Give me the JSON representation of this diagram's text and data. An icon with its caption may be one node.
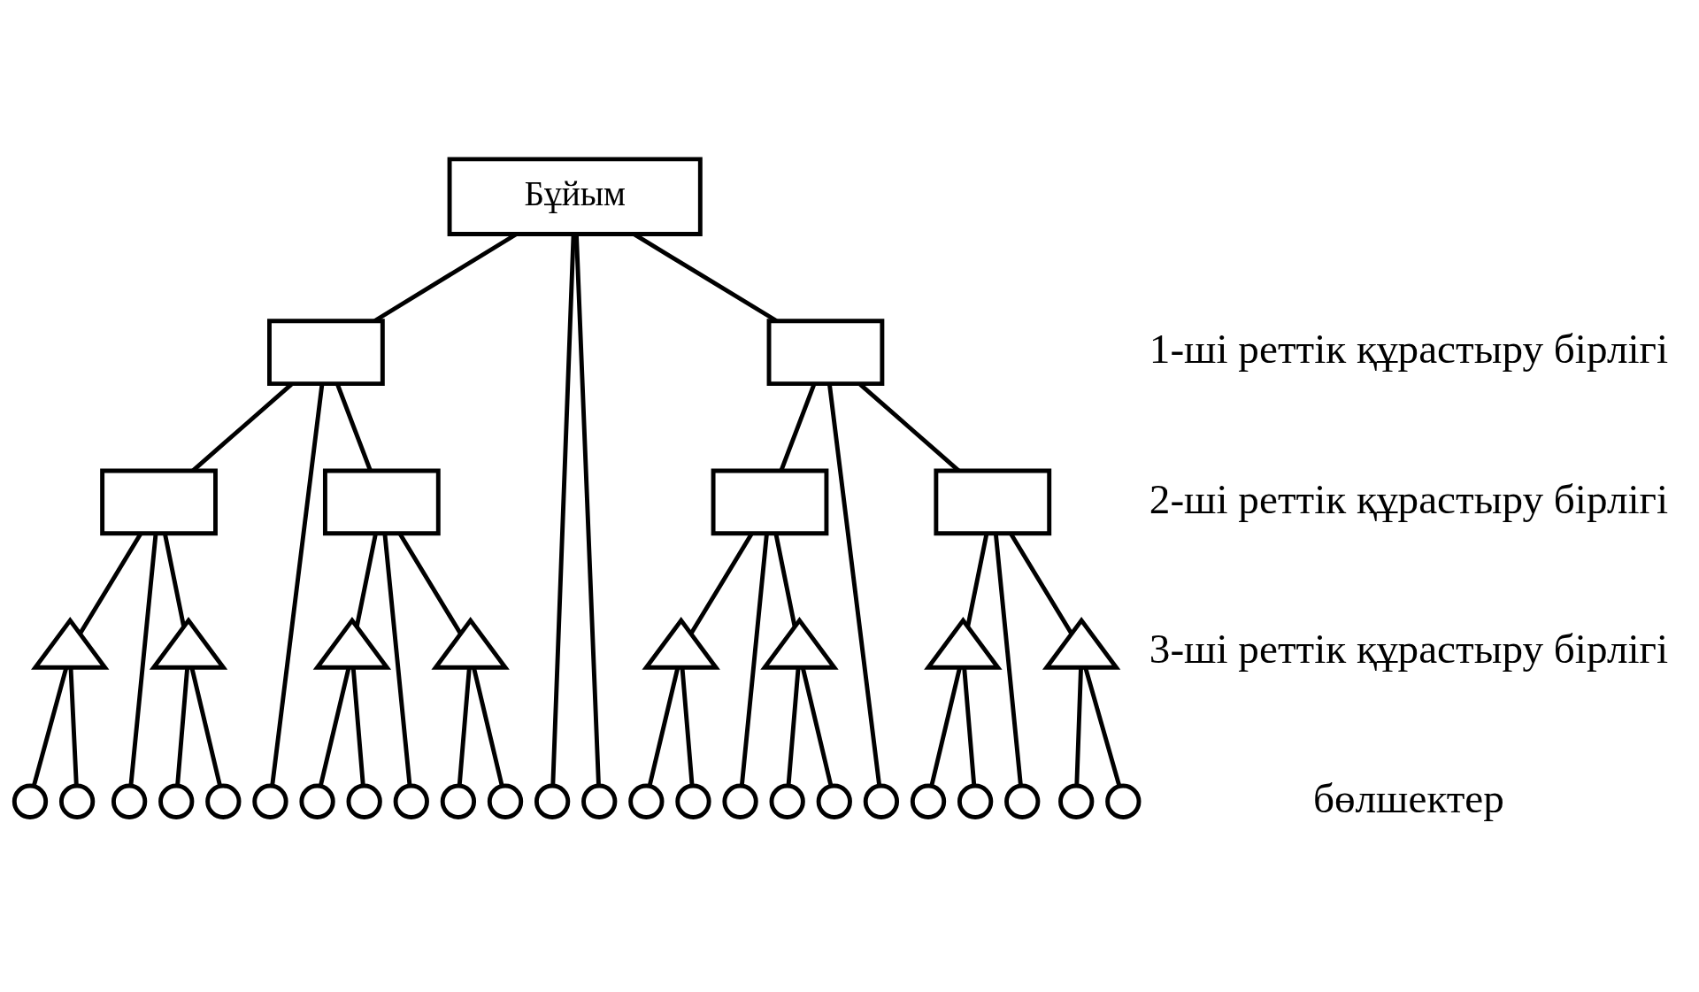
{
  "diagram": {
    "nodes": [
      {
        "text": [
          "Бұйым"
        ]
      },
      {
        "text": [],
        "shape": "box"
      },
      {
        "text": [],
        "shape": "box"
      },
      {
        "text": [],
        "shape": "box"
      },
      {
        "text": [],
        "shape": "box"
      },
      {
        "text": [],
        "shape": "box"
      },
      {
        "text": [],
        "shape": "box"
      },
      {
        "text": [],
        "shape": "triangle"
      },
      {
        "text": [],
        "shape": "triangle"
      },
      {
        "text": [],
        "shape": "triangle"
      },
      {
        "text": [],
        "shape": "triangle"
      },
      {
        "text": [],
        "shape": "triangle"
      },
      {
        "text": [],
        "shape": "triangle"
      },
      {
        "text": [],
        "shape": "triangle"
      },
      {
        "text": [],
        "shape": "triangle"
      },
      {
        "text": [],
        "shape": "circle"
      },
      {
        "text": [],
        "shape": "circle"
      },
      {
        "text": [],
        "shape": "circle"
      },
      {
        "text": [],
        "shape": "circle"
      },
      {
        "text": [],
        "shape": "circle"
      },
      {
        "text": [],
        "shape": "circle"
      },
      {
        "text": [],
        "shape": "circle"
      },
      {
        "text": [],
        "shape": "circle"
      },
      {
        "text": [],
        "shape": "circle"
      },
      {
        "text": [],
        "shape": "circle"
      },
      {
        "text": [],
        "shape": "circle"
      },
      {
        "text": [],
        "shape": "circle"
      },
      {
        "text": [],
        "shape": "circle"
      },
      {
        "text": [],
        "shape": "circle"
      },
      {
        "text": [],
        "shape": "circle"
      },
      {
        "text": [],
        "shape": "circle"
      },
      {
        "text": [],
        "shape": "circle"
      },
      {
        "text": [],
        "shape": "circle"
      },
      {
        "text": [],
        "shape": "circle"
      },
      {
        "text": [],
        "shape": "circle"
      },
      {
        "text": [],
        "shape": "circle"
      },
      {
        "text": [],
        "shape": "circle"
      },
      {
        "text": [],
        "shape": "circle"
      },
      {
        "text": [],
        "shape": "circle"
      }
    ],
    "edges": [
      {
        "from": 0,
        "to": 1,
        "arrow": "none"
      },
      {
        "from": 0,
        "to": 26,
        "arrow": "none"
      },
      {
        "from": 0,
        "to": 27,
        "arrow": "none"
      },
      {
        "from": 0,
        "to": 2,
        "arrow": "none"
      },
      {
        "from": 1,
        "to": 3,
        "arrow": "none"
      },
      {
        "from": 1,
        "to": 20,
        "arrow": "none"
      },
      {
        "from": 1,
        "to": 4,
        "arrow": "none"
      },
      {
        "from": 2,
        "to": 5,
        "arrow": "none"
      },
      {
        "from": 2,
        "to": 33,
        "arrow": "none"
      },
      {
        "from": 2,
        "to": 6,
        "arrow": "none"
      },
      {
        "from": 3,
        "to": 7,
        "arrow": "none"
      },
      {
        "from": 3,
        "to": 17,
        "arrow": "none"
      },
      {
        "from": 3,
        "to": 8,
        "arrow": "none"
      },
      {
        "from": 4,
        "to": 9,
        "arrow": "none"
      },
      {
        "from": 4,
        "to": 23,
        "arrow": "none"
      },
      {
        "from": 4,
        "to": 10,
        "arrow": "none"
      },
      {
        "from": 5,
        "to": 11,
        "arrow": "none"
      },
      {
        "from": 5,
        "to": 30,
        "arrow": "none"
      },
      {
        "from": 5,
        "to": 12,
        "arrow": "none"
      },
      {
        "from": 6,
        "to": 13,
        "arrow": "none"
      },
      {
        "from": 6,
        "to": 36,
        "arrow": "none"
      },
      {
        "from": 6,
        "to": 14,
        "arrow": "none"
      },
      {
        "from": 7,
        "to": 15,
        "arrow": "none"
      },
      {
        "from": 7,
        "to": 16,
        "arrow": "none"
      },
      {
        "from": 8,
        "to": 18,
        "arrow": "none"
      },
      {
        "from": 8,
        "to": 19,
        "arrow": "none"
      },
      {
        "from": 9,
        "to": 21,
        "arrow": "none"
      },
      {
        "from": 9,
        "to": 22,
        "arrow": "none"
      },
      {
        "from": 10,
        "to": 24,
        "arrow": "none"
      },
      {
        "from": 10,
        "to": 25,
        "arrow": "none"
      },
      {
        "from": 11,
        "to": 28,
        "arrow": "none"
      },
      {
        "from": 11,
        "to": 29,
        "arrow": "none"
      },
      {
        "from": 12,
        "to": 31,
        "arrow": "none"
      },
      {
        "from": 12,
        "to": 32,
        "arrow": "none"
      },
      {
        "from": 13,
        "to": 34,
        "arrow": "none"
      },
      {
        "from": 13,
        "to": 35,
        "arrow": "none"
      },
      {
        "from": 14,
        "to": 37,
        "arrow": "none"
      },
      {
        "from": 14,
        "to": 38,
        "arrow": "none"
      }
    ],
    "labels": [
      "1-ші реттік құрастыру бірлігі",
      "2-ші реттік құрастыру бірлігі",
      "3-ші реттік құрастыру бірлігі",
      "бөлшектер"
    ]
  }
}
